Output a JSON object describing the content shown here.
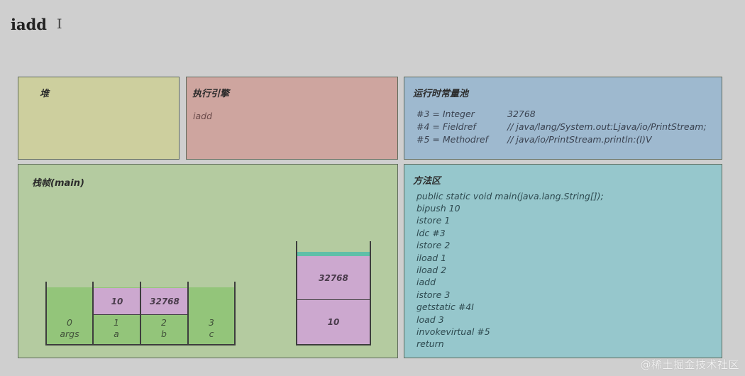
{
  "title": "iadd",
  "cursor_glyph": "I",
  "heap": {
    "heading": "堆"
  },
  "execution_engine": {
    "heading": "执行引擎",
    "current_instruction": "iadd"
  },
  "runtime_constant_pool": {
    "heading": "运行时常量池",
    "entries": [
      {
        "key": "#3 = Integer",
        "value": "32768"
      },
      {
        "key": "#4 = Fieldref",
        "value": "// java/lang/System.out:Ljava/io/PrintStream;"
      },
      {
        "key": "#5 = Methodref",
        "value": "// java/io/PrintStream.println:(I)V"
      }
    ]
  },
  "stack_frame": {
    "heading": "栈帧(main)",
    "local_variables": [
      {
        "index": "0",
        "name": "args",
        "value": ""
      },
      {
        "index": "1",
        "name": "a",
        "value": "10"
      },
      {
        "index": "2",
        "name": "b",
        "value": "32768"
      },
      {
        "index": "3",
        "name": "c",
        "value": ""
      }
    ],
    "operand_stack": [
      {
        "value": "32768"
      },
      {
        "value": "10"
      }
    ]
  },
  "method_area": {
    "heading": "方法区",
    "signature": "public static void main(java.lang.String[]);",
    "instructions": [
      "bipush 10",
      "istore 1",
      "ldc #3",
      "istore 2",
      "iload 1",
      "iload 2",
      "iadd",
      "istore 3",
      "getstatic #4I",
      "load 3",
      "invokevirtual #5",
      "return"
    ]
  },
  "watermark": "@稀土掘金技术社区"
}
